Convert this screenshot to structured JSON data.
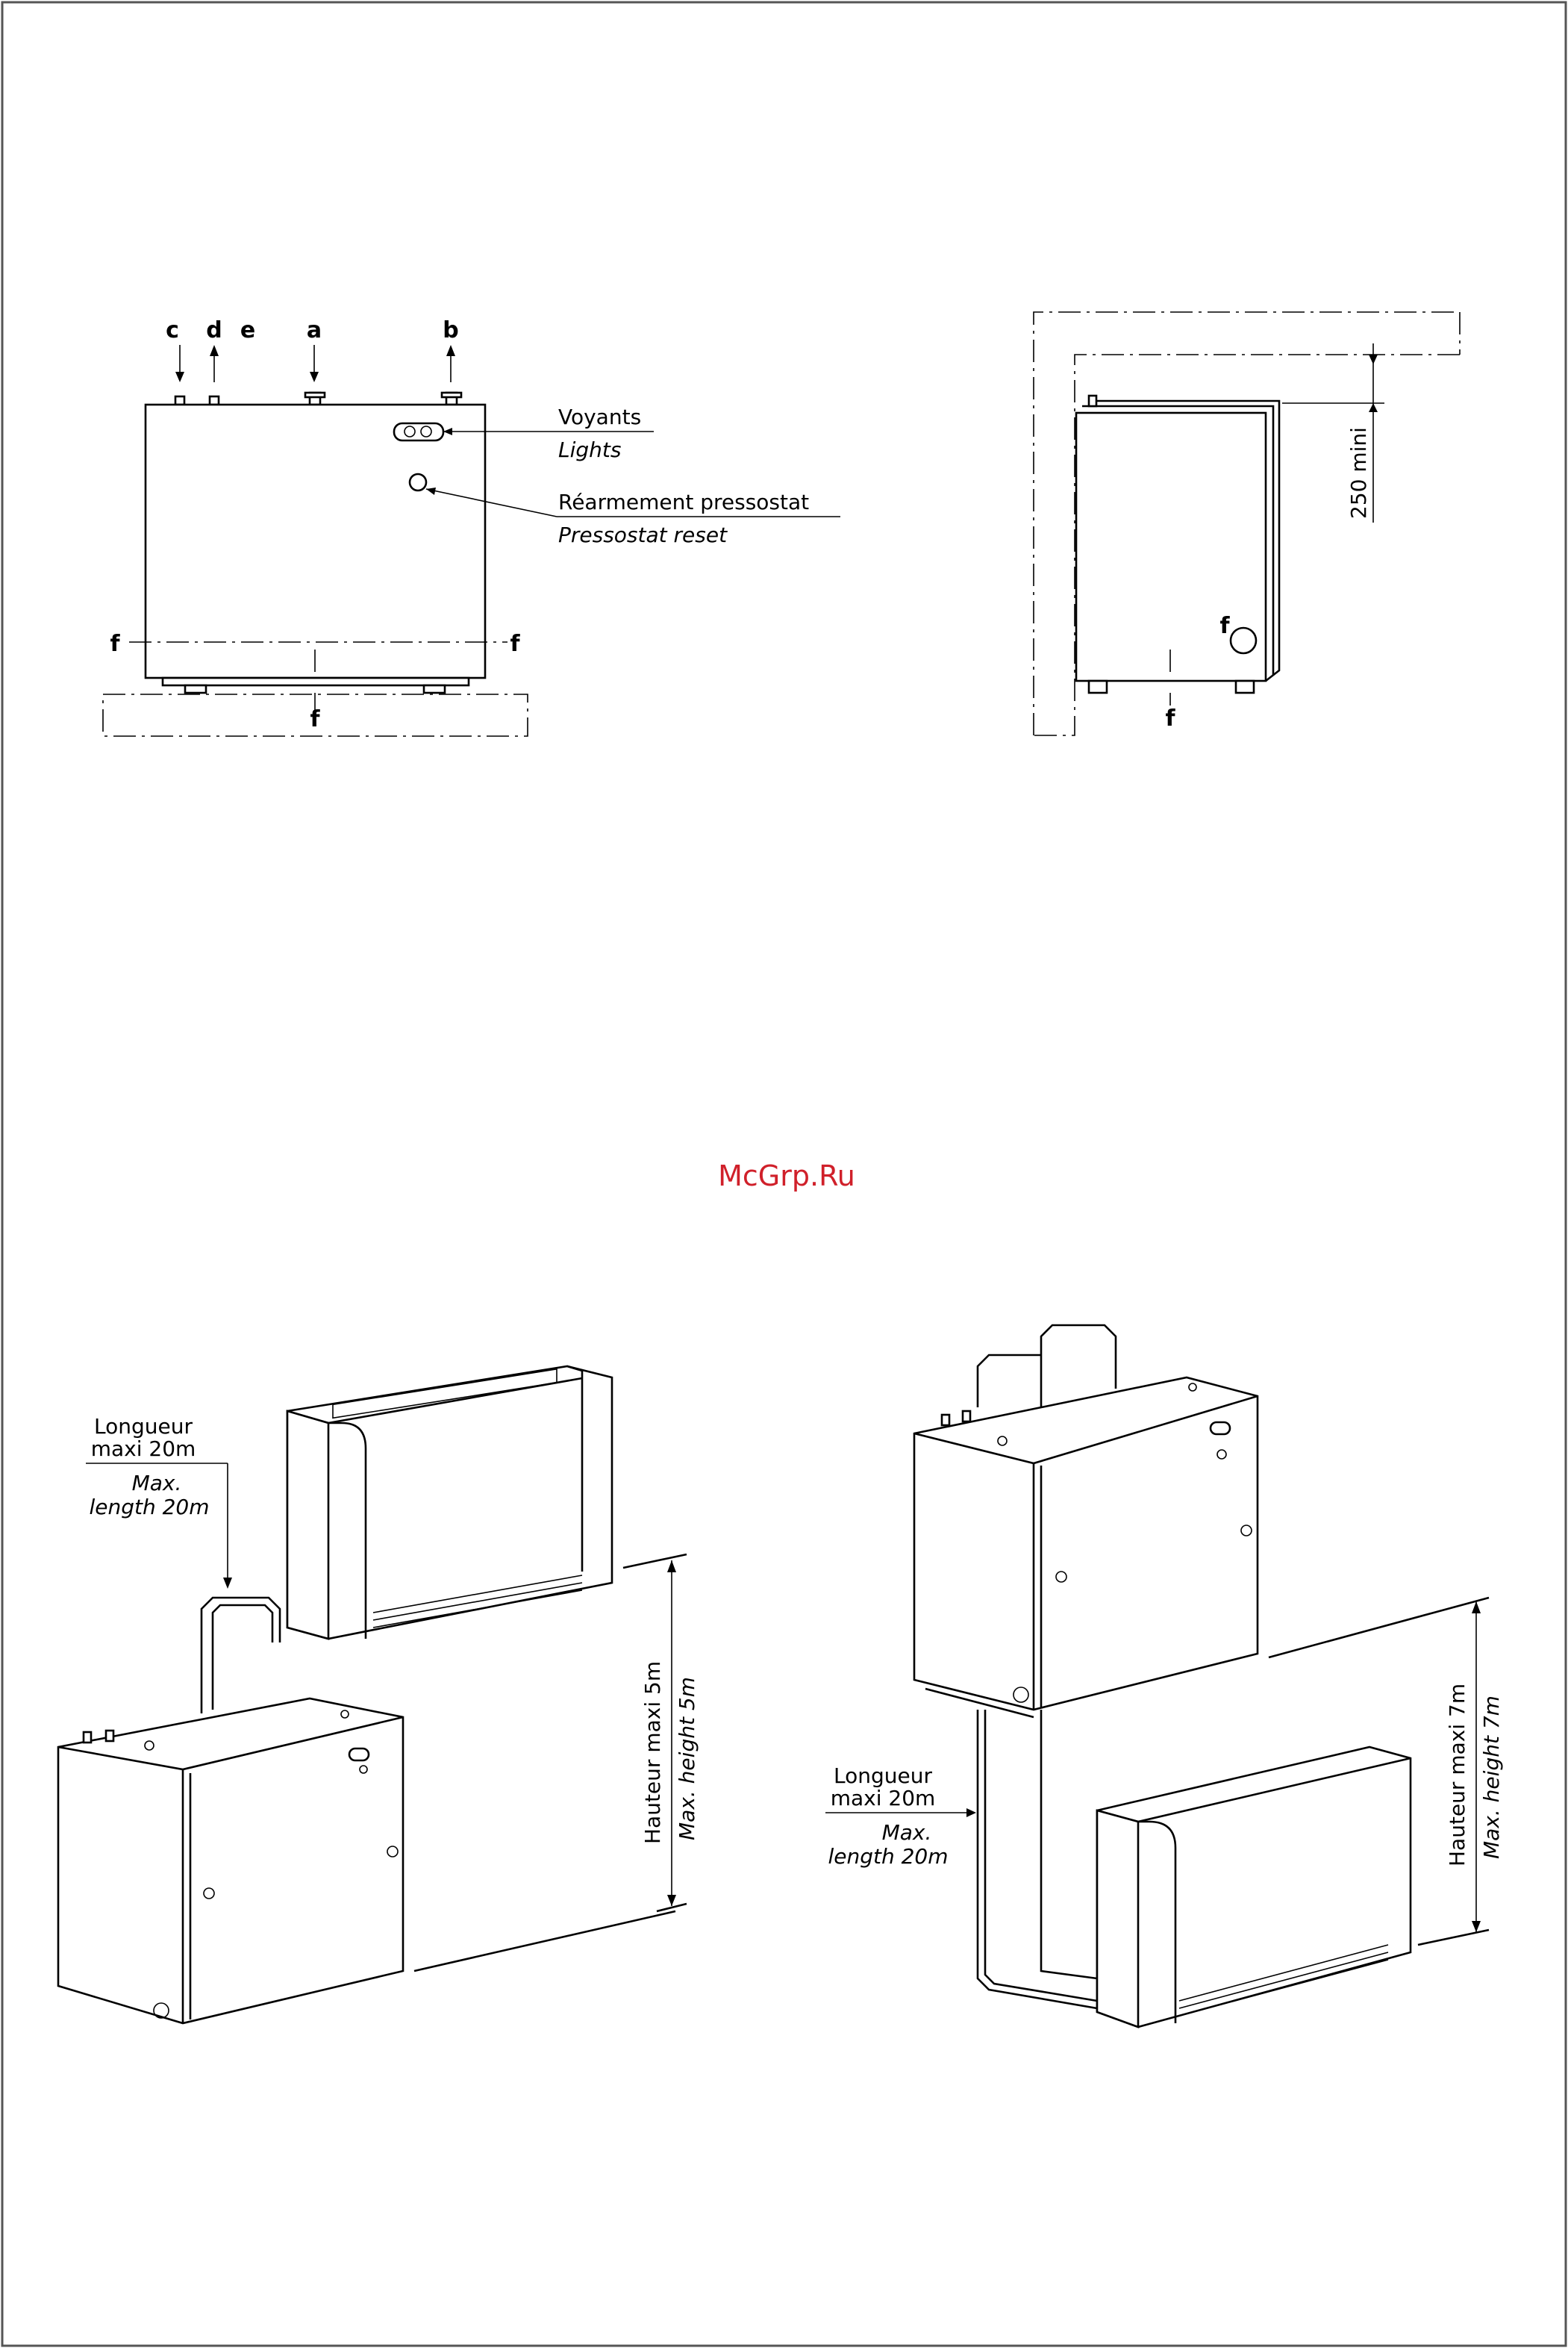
{
  "watermark": "McGrp.Ru",
  "front_view": {
    "connection_labels": [
      "c",
      "d",
      "e",
      "a",
      "b"
    ],
    "lights_fr": "Voyants",
    "lights_en": "Lights",
    "reset_fr": "Réarmement pressostat",
    "reset_en": "Pressostat reset",
    "axis_label": "f"
  },
  "side_view": {
    "clearance_value": "250 mini",
    "axis_label": "f"
  },
  "install_left": {
    "length_fr_line1": "Longueur",
    "length_fr_line2": "maxi 20m",
    "length_en_line1": "Max.",
    "length_en_line2": "length 20m",
    "height_fr": "Hauteur maxi 5m",
    "height_en": "Max. height 5m"
  },
  "install_right": {
    "length_fr_line1": "Longueur",
    "length_fr_line2": "maxi 20m",
    "length_en_line1": "Max.",
    "length_en_line2": "length 20m",
    "height_fr": "Hauteur maxi 7m",
    "height_en": "Max. height 7m"
  }
}
